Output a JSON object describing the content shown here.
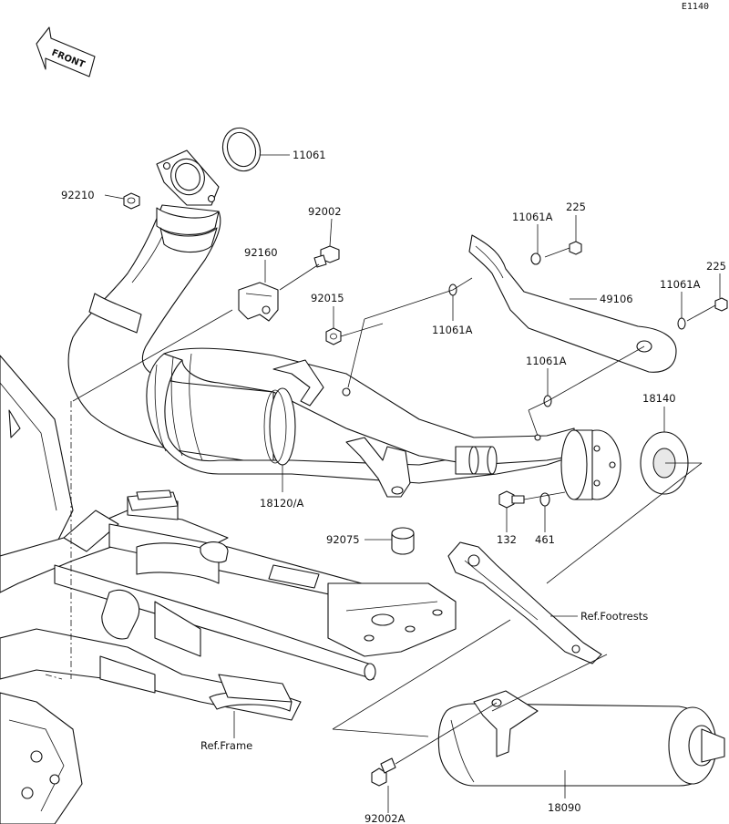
{
  "diagram_code": "E1140",
  "front_indicator": "FRONT",
  "parts": [
    {
      "id": "p11061",
      "number": "11061"
    },
    {
      "id": "p92210",
      "number": "92210"
    },
    {
      "id": "p92002",
      "number": "92002"
    },
    {
      "id": "p92160",
      "number": "92160"
    },
    {
      "id": "p92015",
      "number": "92015"
    },
    {
      "id": "p11061A_a",
      "number": "11061A"
    },
    {
      "id": "p225_a",
      "number": "225"
    },
    {
      "id": "p11061A_b",
      "number": "11061A"
    },
    {
      "id": "p49106",
      "number": "49106"
    },
    {
      "id": "p225_b",
      "number": "225"
    },
    {
      "id": "p11061A_c",
      "number": "11061A"
    },
    {
      "id": "p11061A_d",
      "number": "11061A"
    },
    {
      "id": "p18140",
      "number": "18140"
    },
    {
      "id": "p18120A",
      "number": "18120/A"
    },
    {
      "id": "p92075",
      "number": "92075"
    },
    {
      "id": "p132",
      "number": "132"
    },
    {
      "id": "p461",
      "number": "461"
    },
    {
      "id": "pRefFootrests",
      "number": "Ref.Footrests"
    },
    {
      "id": "pRefFrame",
      "number": "Ref.Frame"
    },
    {
      "id": "p18090",
      "number": "18090"
    },
    {
      "id": "p92002A",
      "number": "92002A"
    }
  ]
}
